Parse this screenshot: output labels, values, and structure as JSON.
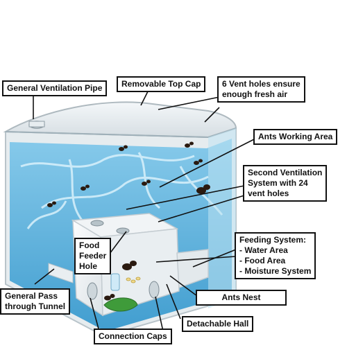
{
  "diagram": {
    "labels": {
      "general_ventilation_pipe": "General Ventilation Pipe",
      "removable_top_cap": "Removable Top Cap",
      "vent_holes": [
        "6 Vent holes ensure",
        "enough fresh air"
      ],
      "ants_working_area": "Ants Working Area",
      "second_ventilation": [
        "Second Ventilation",
        "System with 24",
        "vent holes"
      ],
      "food_feeder_hole": [
        "Food",
        "Feeder",
        "Hole"
      ],
      "feeding_system": [
        "Feeding System:",
        "- Water Area",
        "- Food Area",
        "- Moisture System"
      ],
      "general_pass_tunnel": [
        "General Pass",
        "through Tunnel"
      ],
      "ants_nest": "Ants Nest",
      "detachable_hall": "Detachable Hall",
      "connection_caps": "Connection Caps"
    },
    "colors": {
      "water": "#4aa8d8",
      "water_light": "#a9dcf2",
      "box_edge": "#c8d2d8",
      "nest": "#eef1f3",
      "leaf": "#3f9b3a",
      "ant": "#2a1a10"
    }
  }
}
